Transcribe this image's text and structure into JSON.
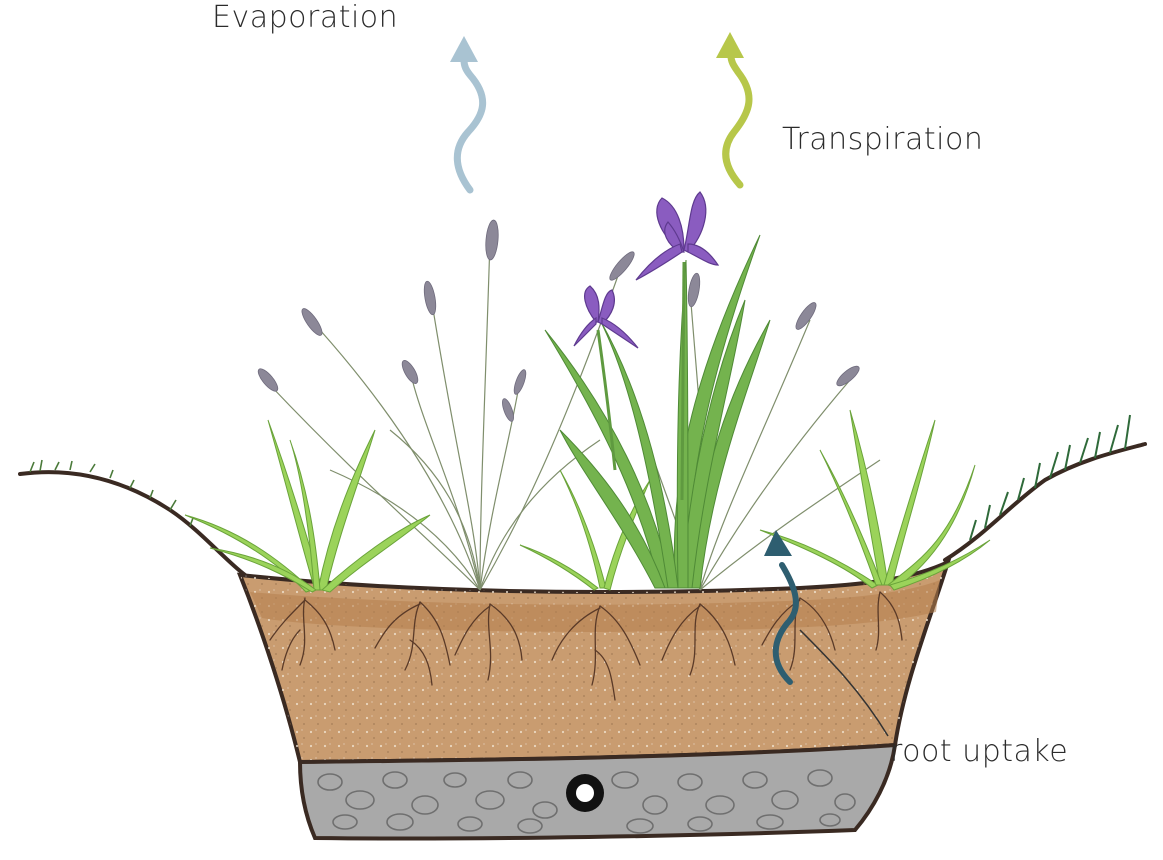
{
  "labels": {
    "evaporation": "Evaporation",
    "transpiration": "Transpiration",
    "root_uptake": "root uptake"
  },
  "colors": {
    "evaporation_arrow": "#a9c3d2",
    "transpiration_arrow": "#b7c74a",
    "root_uptake_arrow": "#2e5e70",
    "soil": "#c79a6d",
    "gravel": "#a3a3a3",
    "outline": "#3a2a22",
    "grass": "#8cc84f",
    "iris_leaf": "#6faa4a",
    "iris_flower": "#8a5cc0",
    "ornamental_grass": "#7d8c6a"
  }
}
